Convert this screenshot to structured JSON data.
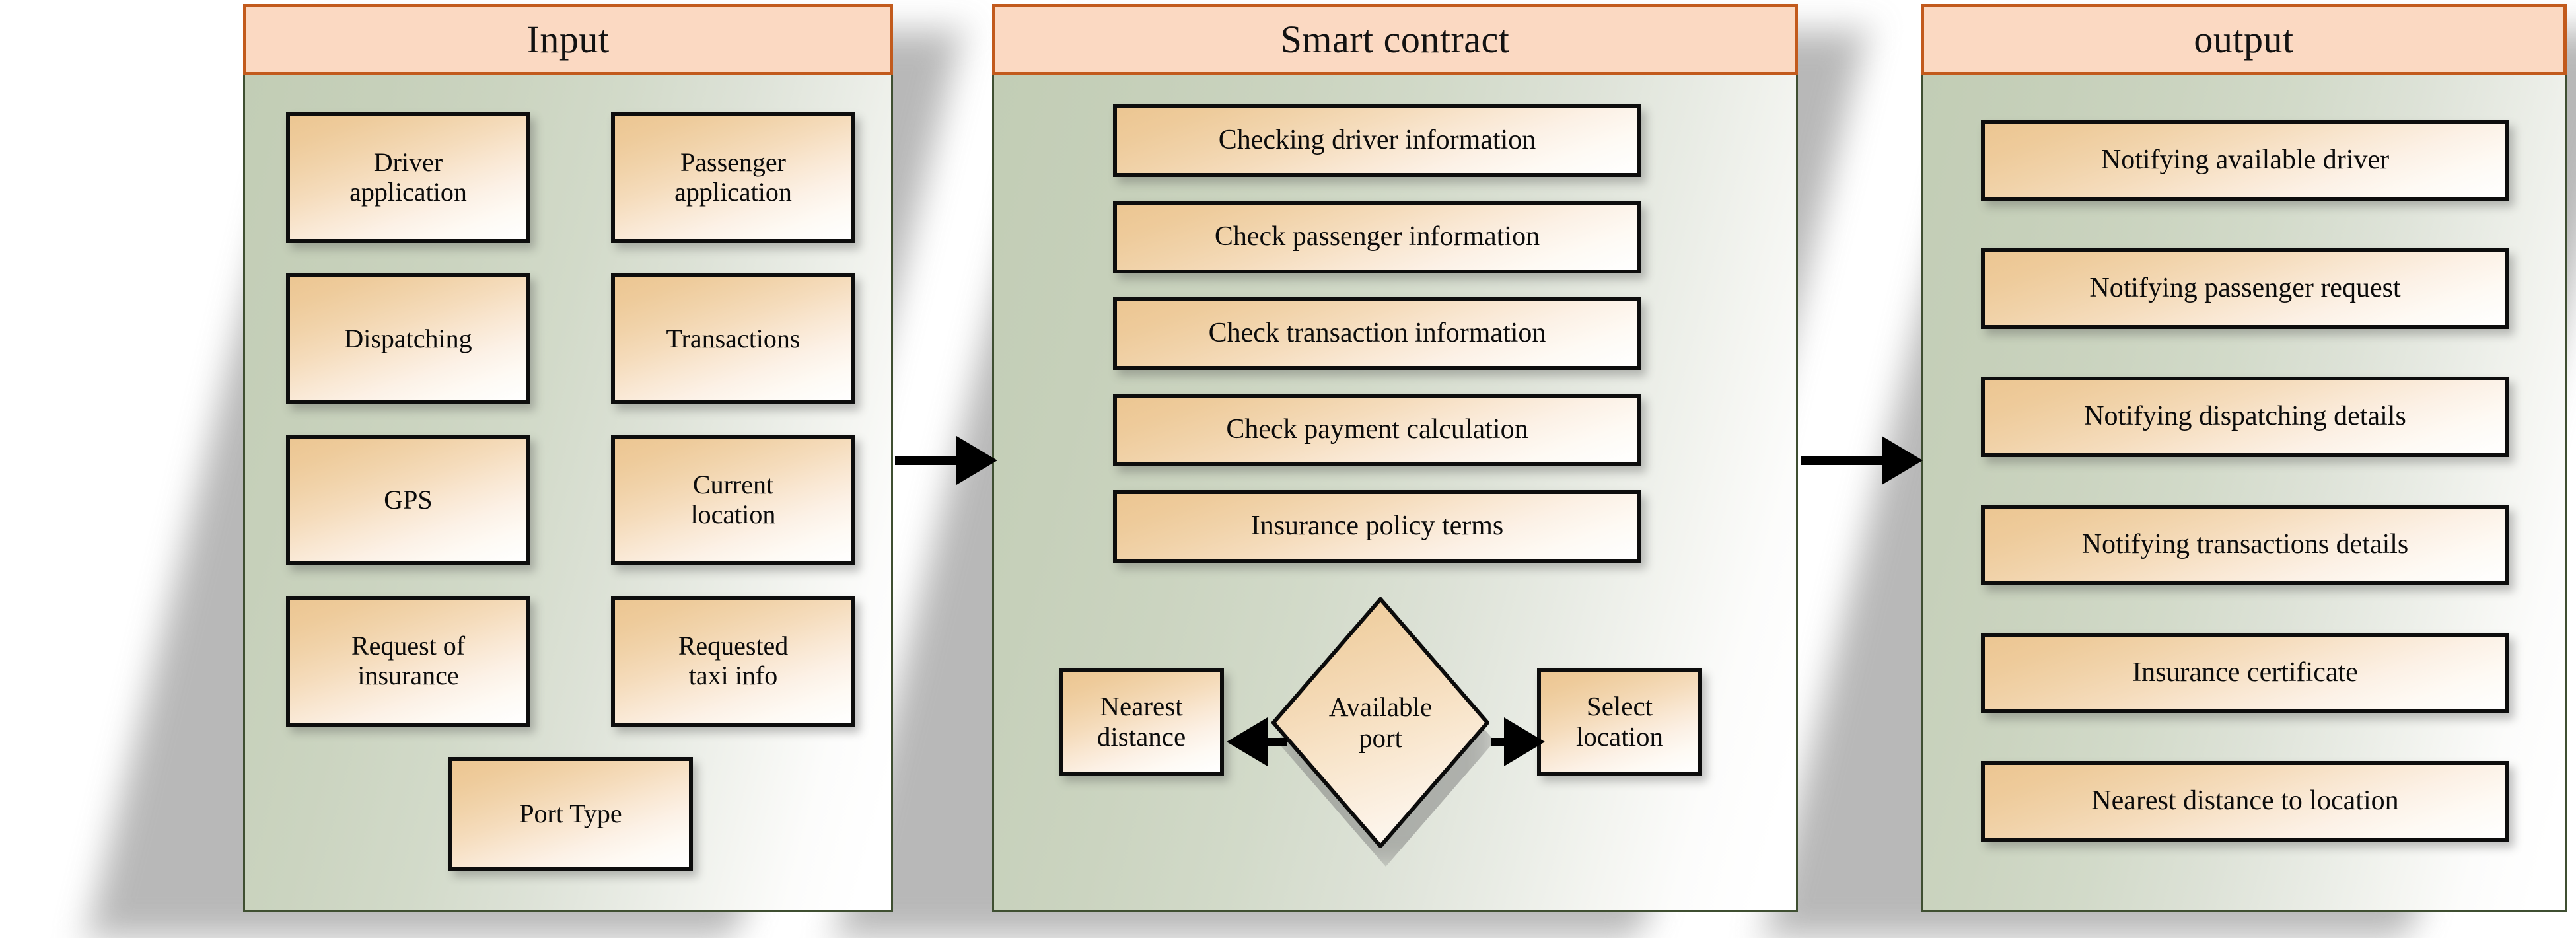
{
  "diagram": {
    "title_colors": {
      "header_fill": "#fbd9c2",
      "header_border": "#c25a1c",
      "panel_border": "#3f4f31",
      "node_fill_start": "#ecc692",
      "node_fill_end": "#ffffff",
      "node_border": "#0d0d0d",
      "arrow_color": "#000000"
    },
    "panels": [
      {
        "id": "input",
        "title": "Input",
        "nodes": [
          {
            "label": "Driver\napplication"
          },
          {
            "label": "Passenger\napplication"
          },
          {
            "label": "Dispatching"
          },
          {
            "label": "Transactions"
          },
          {
            "label": "GPS"
          },
          {
            "label": "Current\nlocation"
          },
          {
            "label": "Request of\ninsurance"
          },
          {
            "label": "Requested\ntaxi info"
          },
          {
            "label": "Port Type"
          }
        ]
      },
      {
        "id": "smart-contract",
        "title": "Smart contract",
        "nodes": [
          {
            "label": "Checking driver information"
          },
          {
            "label": "Check passenger information"
          },
          {
            "label": "Check transaction information"
          },
          {
            "label": "Check payment calculation"
          },
          {
            "label": "Insurance policy terms"
          }
        ],
        "decision": {
          "label": "Available\nport"
        },
        "decision_left": {
          "label": "Nearest\ndistance"
        },
        "decision_right": {
          "label": "Select\nlocation"
        }
      },
      {
        "id": "output",
        "title": "output",
        "nodes": [
          {
            "label": "Notifying available driver"
          },
          {
            "label": "Notifying passenger request"
          },
          {
            "label": "Notifying dispatching details"
          },
          {
            "label": "Notifying transactions details"
          },
          {
            "label": "Insurance certificate"
          },
          {
            "label": "Nearest distance to location"
          }
        ]
      }
    ],
    "connectors": [
      {
        "id": "input-to-contract",
        "from": "input",
        "to": "smart-contract",
        "direction": "right"
      },
      {
        "id": "contract-to-output",
        "from": "smart-contract",
        "to": "output",
        "direction": "right"
      },
      {
        "id": "decision-to-nearest-distance",
        "from": "available-port",
        "to": "nearest-distance",
        "direction": "left"
      },
      {
        "id": "decision-to-select-location",
        "from": "available-port",
        "to": "select-location",
        "direction": "right"
      }
    ]
  }
}
